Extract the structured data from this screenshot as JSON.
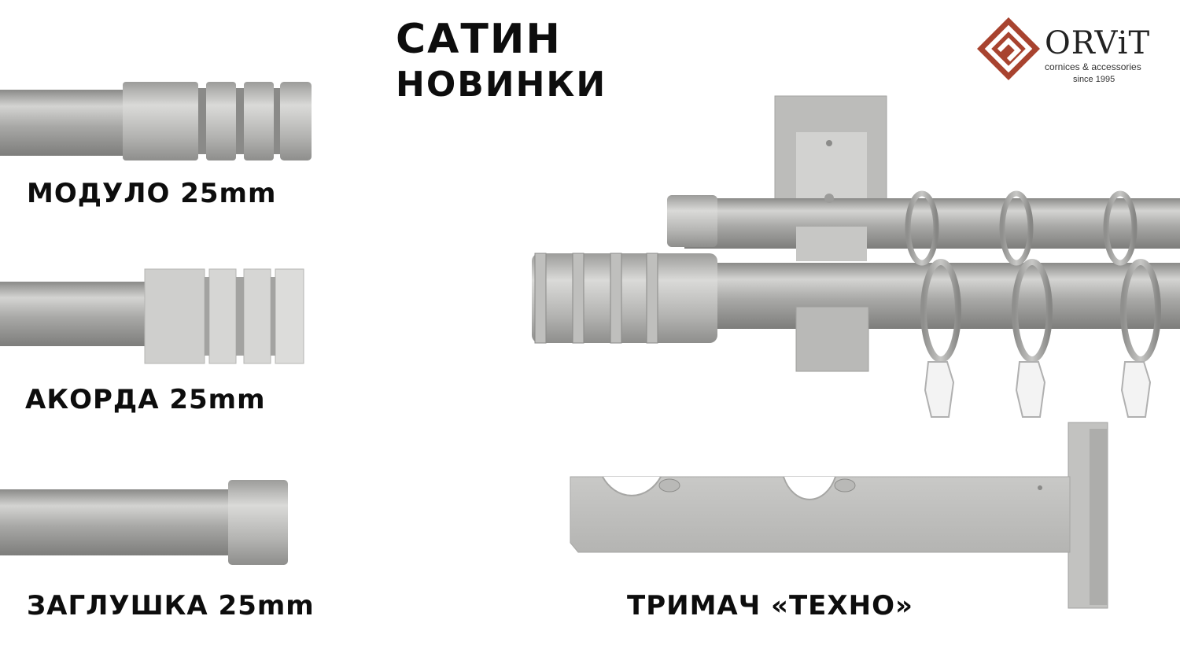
{
  "title": {
    "line1": "САТИН",
    "line2": "НОВИНКИ"
  },
  "logo": {
    "brand": "ORViT",
    "tagline": "cornices & accessories",
    "since": "since 1995",
    "accent": "#a8432f"
  },
  "products": [
    {
      "name": "МОДУЛО 25mm"
    },
    {
      "name": "АКОРДА 25mm"
    },
    {
      "name": "ЗАГЛУШКА 25mm"
    },
    {
      "name": "ТРИМАЧ «ТЕХНО»"
    }
  ],
  "colors": {
    "satin": "#a7a7a5",
    "satin_light": "#d2d2d0",
    "satin_dark": "#7f7f7d"
  }
}
